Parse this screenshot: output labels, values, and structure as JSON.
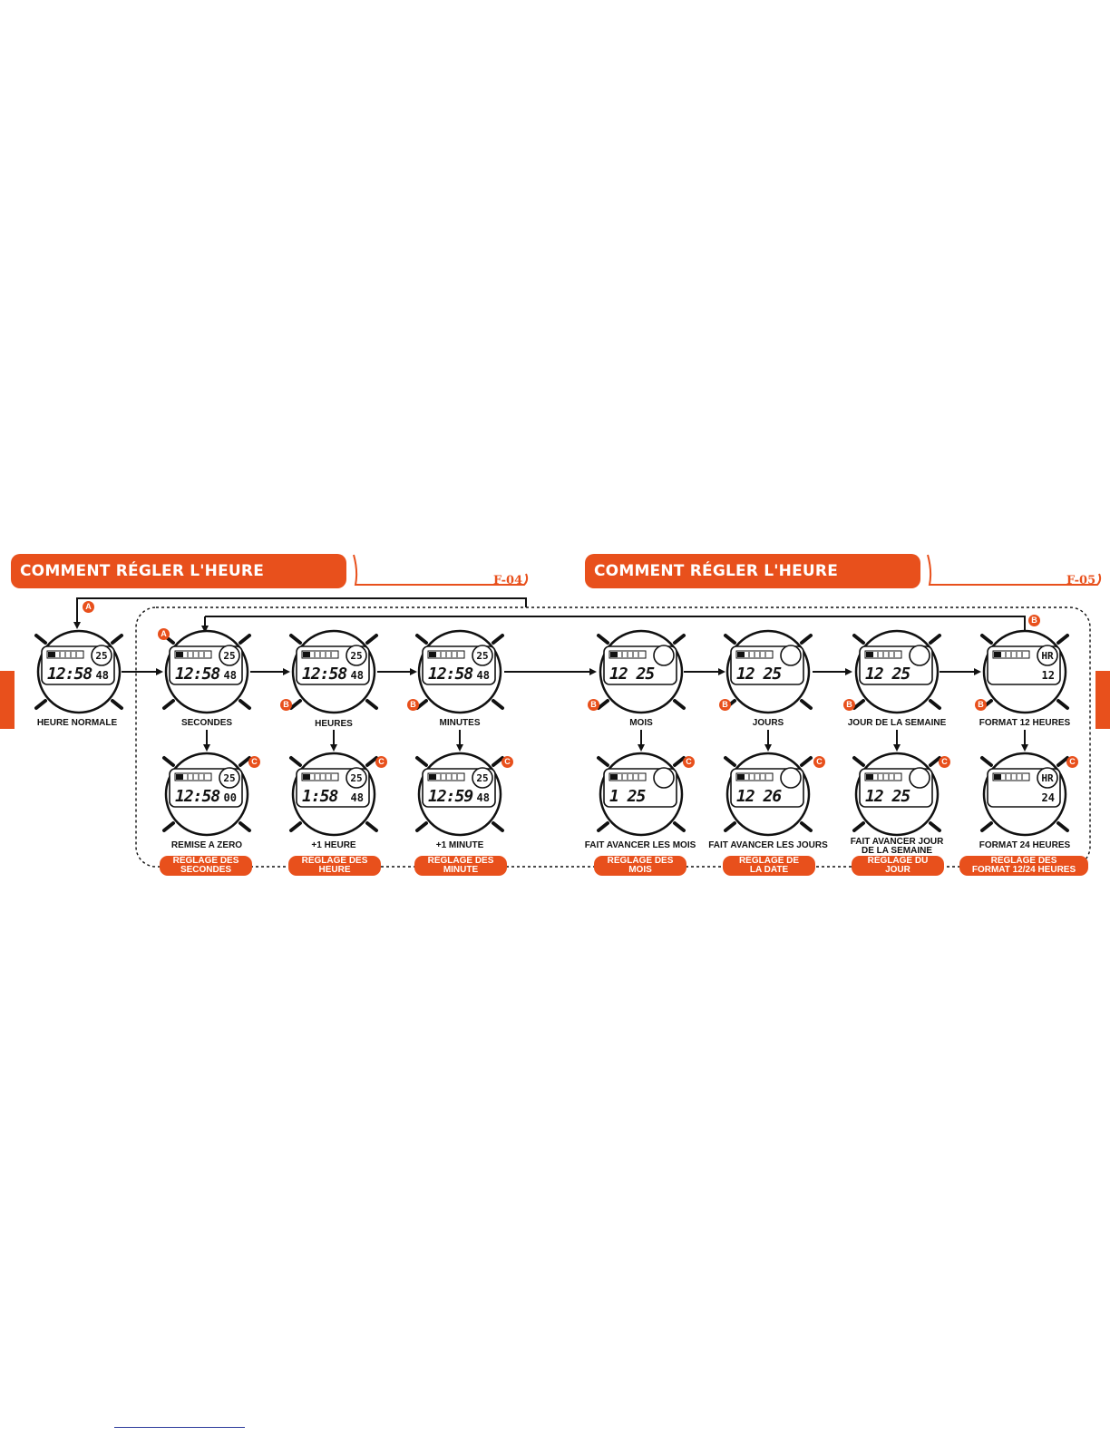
{
  "panels": [
    {
      "title": "COMMENT RÉGLER L'HEURE NORMALE",
      "code": "F-04"
    },
    {
      "title": "COMMENT RÉGLER L'HEURE NORMALE",
      "code": "F-05"
    }
  ],
  "button_labels": {
    "a": "A",
    "b": "B",
    "c": "C"
  },
  "captions": {
    "normal": "HEURE NORMALE",
    "seconds": "SECONDES",
    "hours": "HEURES",
    "minutes": "MINUTES",
    "month": "MOIS",
    "days": "JOURS",
    "weekday": "JOUR DE LA SEMAINE",
    "fmt12": "FORMAT 12 HEURES",
    "reset": "REMISE A ZERO",
    "plus_hour": "+1 HEURE",
    "plus_minute": "+1 MINUTE",
    "adv_month": "FAIT AVANCER LES MOIS",
    "adv_days": "FAIT AVANCER LES JOURS",
    "adv_weekday_1": "FAIT AVANCER JOUR",
    "adv_weekday_2": "DE LA SEMAINE",
    "fmt24": "FORMAT 24 HEURES"
  },
  "badges": [
    {
      "line1": "RÉGLAGE DES",
      "line2": "SECONDES"
    },
    {
      "line1": "RÉGLAGE DES",
      "line2": "HEURE"
    },
    {
      "line1": "RÉGLAGE DES",
      "line2": "MINUTE"
    },
    {
      "line1": "RÉGLAGE DES",
      "line2": "MOIS"
    },
    {
      "line1": "RÉGLAGE DE",
      "line2": "LA DATE"
    },
    {
      "line1": "RÉGLAGE DU",
      "line2": "JOUR"
    },
    {
      "line1": "RÉGLAGE DES",
      "line2": "FORMAT 12/24 HEURES"
    }
  ],
  "watches": [
    {
      "main": "12:58",
      "small": "48",
      "sub": "25"
    },
    {
      "main": "12:58",
      "small": "48",
      "sub": "25"
    },
    {
      "main": "12:58",
      "small": "48",
      "sub": "25"
    },
    {
      "main": "12:58",
      "small": "48",
      "sub": "25"
    },
    {
      "main": "12:58",
      "small": "00",
      "sub": "25"
    },
    {
      "main": "1:58",
      "small": "48",
      "sub": "25"
    },
    {
      "main": "12:59",
      "small": "48",
      "sub": "25"
    },
    {
      "main": "12 25",
      "small": "",
      "sub": ""
    },
    {
      "main": "12 25",
      "small": "",
      "sub": ""
    },
    {
      "main": "12 25",
      "small": "",
      "sub": ""
    },
    {
      "main": "",
      "small": "12",
      "sub": "HR"
    },
    {
      "main": "1 25",
      "small": "",
      "sub": ""
    },
    {
      "main": "12 26",
      "small": "",
      "sub": ""
    },
    {
      "main": "12 25",
      "small": "",
      "sub": ""
    },
    {
      "main": "",
      "small": "24",
      "sub": "HR"
    }
  ],
  "colors": {
    "accent": "#e8501c",
    "ink": "#111111"
  }
}
